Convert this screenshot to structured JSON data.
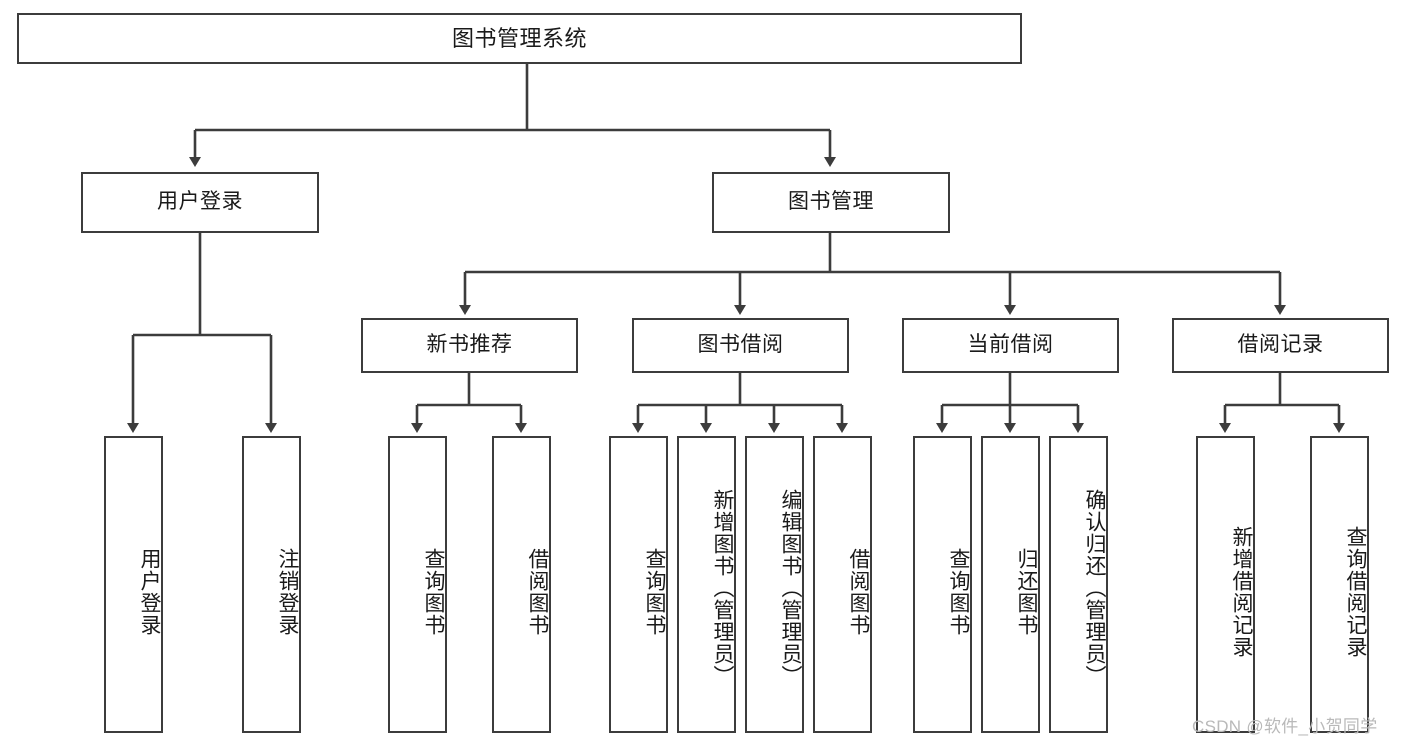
{
  "diagram": {
    "title": "图书管理系统",
    "watermark": "CSDN @软件_小贺同学",
    "colors": {
      "line": "#3c3c3c",
      "box_border": "#3c3c3c",
      "box_fill": "#ffffff",
      "background": "#ffffff",
      "text": "#1a1a1a",
      "watermark": "#b9b9b9"
    },
    "levels": {
      "root": "图书管理系统",
      "level2": [
        "用户登录",
        "图书管理"
      ],
      "level3": [
        "新书推荐",
        "图书借阅",
        "当前借阅",
        "借阅记录"
      ]
    },
    "nodes": {
      "root": {
        "label": "图书管理系统"
      },
      "user_login": {
        "label": "用户登录"
      },
      "book_manage": {
        "label": "图书管理"
      },
      "new_book_rec": {
        "label": "新书推荐"
      },
      "book_borrow": {
        "label": "图书借阅"
      },
      "current_borrow": {
        "label": "当前借阅"
      },
      "borrow_record": {
        "label": "借阅记录"
      }
    },
    "leaves": {
      "user_login": [
        {
          "label": "用户登录"
        },
        {
          "label": "注销登录"
        }
      ],
      "new_book_rec": [
        {
          "label": "查询图书"
        },
        {
          "label": "借阅图书"
        }
      ],
      "book_borrow": [
        {
          "label": "查询图书"
        },
        {
          "label": "新增图书（管理员）"
        },
        {
          "label": "编辑图书（管理员）"
        },
        {
          "label": "借阅图书"
        }
      ],
      "current_borrow": [
        {
          "label": "查询图书"
        },
        {
          "label": "归还图书"
        },
        {
          "label": "确认归还（管理员）"
        }
      ],
      "borrow_record": [
        {
          "label": "新增借阅记录"
        },
        {
          "label": "查询借阅记录"
        }
      ]
    }
  }
}
